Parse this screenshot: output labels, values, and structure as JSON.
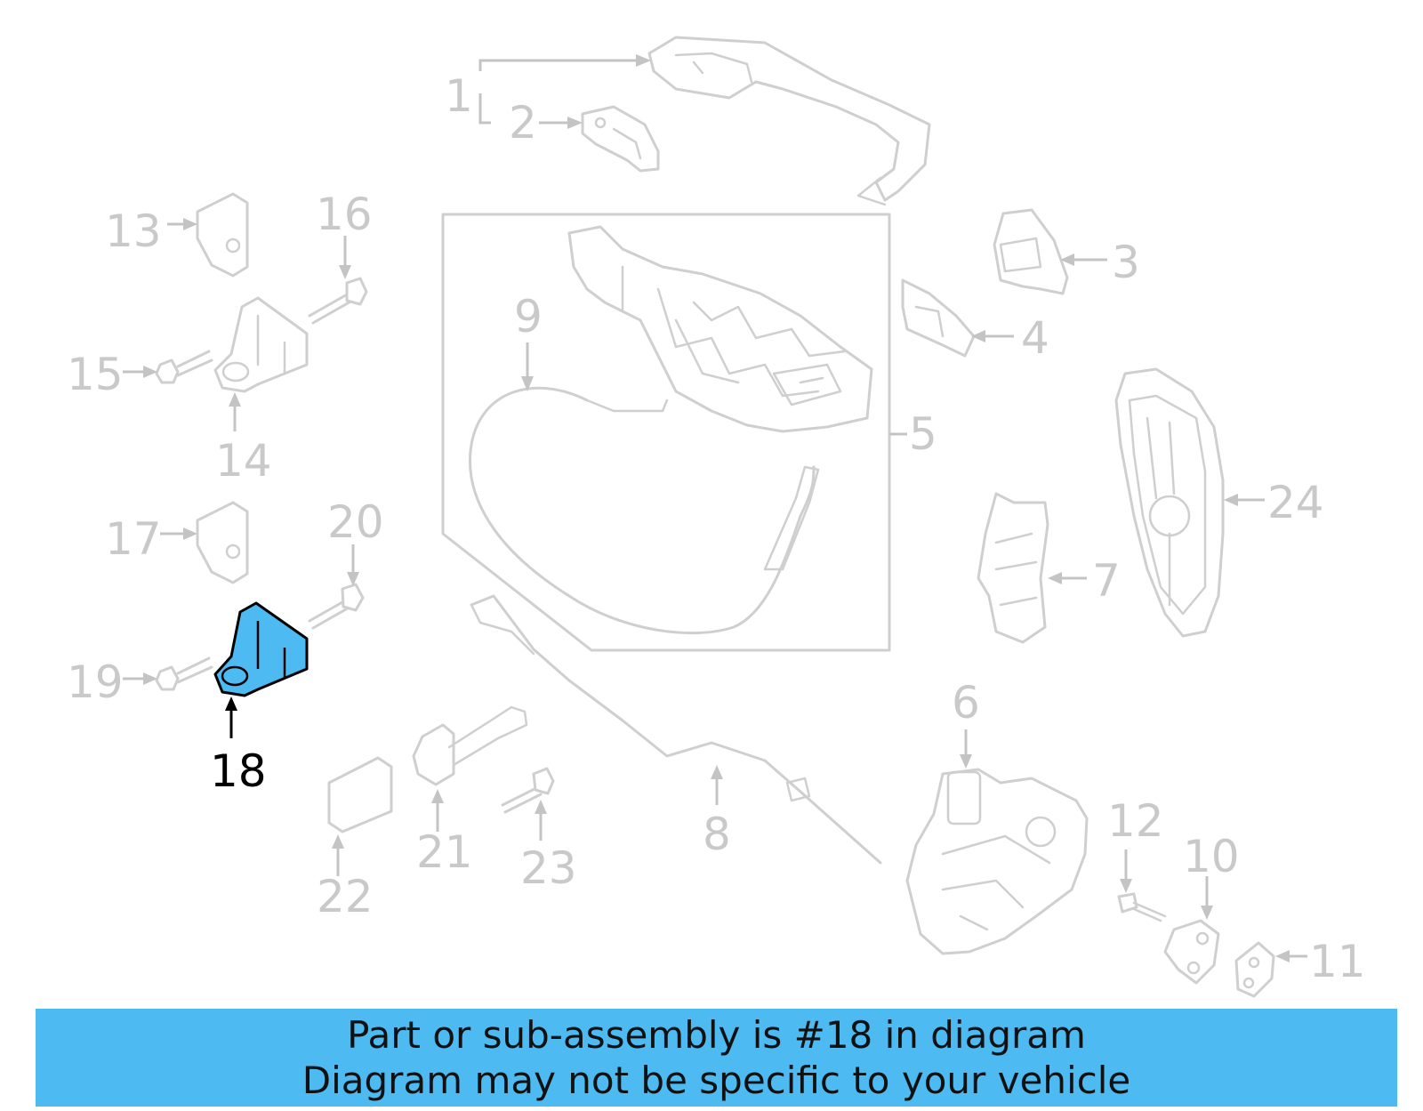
{
  "diagram": {
    "highlight_part": "18",
    "highlight_color": "#4dbaf2",
    "muted_color": "#c9c9c9",
    "callouts": [
      "1",
      "2",
      "3",
      "4",
      "5",
      "6",
      "7",
      "8",
      "9",
      "10",
      "11",
      "12",
      "13",
      "14",
      "15",
      "16",
      "17",
      "18",
      "19",
      "20",
      "21",
      "22",
      "23",
      "24"
    ]
  },
  "banner": {
    "line1": "Part or sub-assembly is #18 in diagram",
    "line2": "Diagram may not be specific to your vehicle",
    "background": "#4dbaf2"
  }
}
